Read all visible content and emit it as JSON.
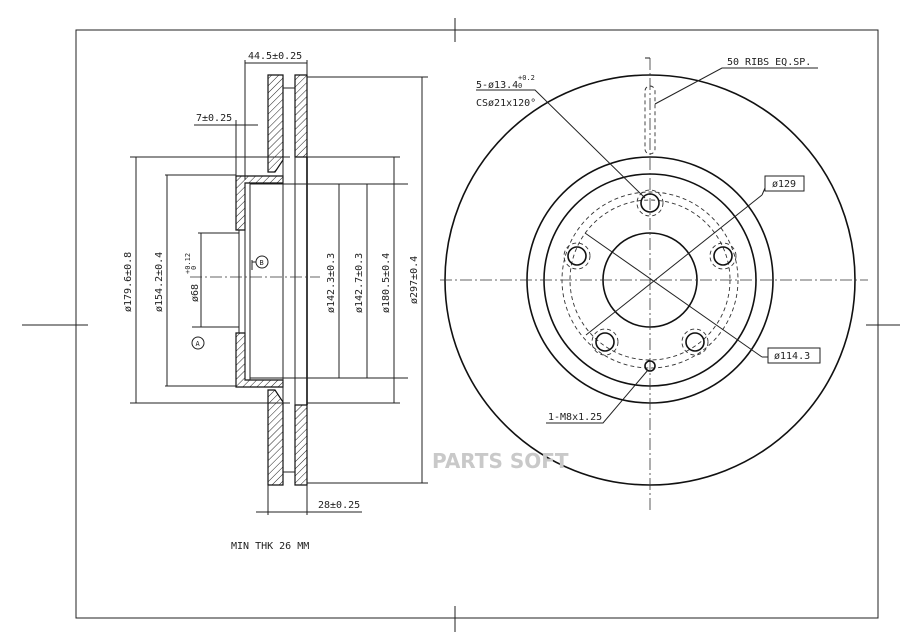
{
  "side_view": {
    "overall_width": "44.5±0.25",
    "hat_offset": "7±0.25",
    "dia_179": "ø179.6±0.8",
    "dia_154": "ø154.2±0.4",
    "dia_68": "ø68",
    "dia_68_tol_upper": "+0.12",
    "dia_68_tol_lower": "0",
    "dia_142_3": "ø142.3±0.3",
    "dia_142_7": "ø142.7±0.3",
    "dia_180": "ø180.5±0.4",
    "dia_297": "ø297±0.4",
    "thickness": "28±0.25",
    "datum_a": "A",
    "datum_b": "B",
    "min_thickness_note": "MIN THK 26 MM"
  },
  "front_view": {
    "holes_spec": "5-ø13.4",
    "holes_tol_upper": "+0.2",
    "holes_tol_lower": "0",
    "countersink": "CSø21x120°",
    "ribs": "50 RIBS EQ.SP.",
    "dia_129": "ø129",
    "dia_114": "ø114.3",
    "thread": "1-M8x1.25"
  },
  "watermark": "PARTS SOFT"
}
